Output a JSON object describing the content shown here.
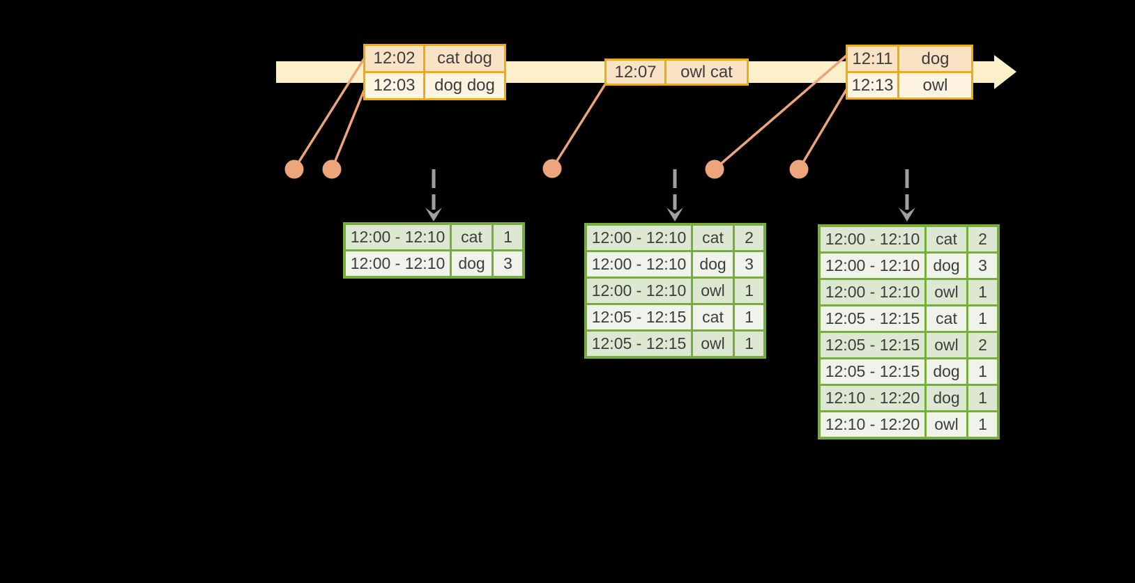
{
  "diagram": "streaming windowed word-count timeline",
  "colors": {
    "background": "#000000",
    "timeline_fill": "#fbf0c9",
    "event_table_border": "#f2ac0a",
    "event_row_peach": "#fae3c5",
    "event_row_cream": "#fef4e1",
    "connector_salmon": "#eda57c",
    "result_table_border": "#77ad3d",
    "result_row_dark": "#dce8d1",
    "result_row_light": "#eff3ea",
    "dashed_arrow_gray": "#a0a0a0",
    "text": "#3d3d3d"
  },
  "icons": {
    "timeline": "right-arrow-icon",
    "trigger": "dashed-down-arrow-icon"
  },
  "timeline": {
    "event_tables": [
      {
        "rows": [
          {
            "time": "12:02",
            "words": "cat dog"
          },
          {
            "time": "12:03",
            "words": "dog dog"
          }
        ]
      },
      {
        "rows": [
          {
            "time": "12:07",
            "words": "owl cat"
          }
        ]
      },
      {
        "rows": [
          {
            "time": "12:11",
            "words": "dog"
          },
          {
            "time": "12:13",
            "words": "owl"
          }
        ]
      }
    ]
  },
  "result_tables": [
    {
      "rows": [
        {
          "window": "12:00 - 12:10",
          "word": "cat",
          "count": "1"
        },
        {
          "window": "12:00 - 12:10",
          "word": "dog",
          "count": "3"
        }
      ]
    },
    {
      "rows": [
        {
          "window": "12:00 - 12:10",
          "word": "cat",
          "count": "2"
        },
        {
          "window": "12:00 - 12:10",
          "word": "dog",
          "count": "3"
        },
        {
          "window": "12:00 - 12:10",
          "word": "owl",
          "count": "1"
        },
        {
          "window": "12:05 - 12:15",
          "word": "cat",
          "count": "1"
        },
        {
          "window": "12:05 - 12:15",
          "word": "owl",
          "count": "1"
        }
      ]
    },
    {
      "rows": [
        {
          "window": "12:00 - 12:10",
          "word": "cat",
          "count": "2"
        },
        {
          "window": "12:00 - 12:10",
          "word": "dog",
          "count": "3"
        },
        {
          "window": "12:00 - 12:10",
          "word": "owl",
          "count": "1"
        },
        {
          "window": "12:05 - 12:15",
          "word": "cat",
          "count": "1"
        },
        {
          "window": "12:05 - 12:15",
          "word": "owl",
          "count": "2"
        },
        {
          "window": "12:05 - 12:15",
          "word": "dog",
          "count": "1"
        },
        {
          "window": "12:10 - 12:20",
          "word": "dog",
          "count": "1"
        },
        {
          "window": "12:10 - 12:20",
          "word": "owl",
          "count": "1"
        }
      ]
    }
  ]
}
